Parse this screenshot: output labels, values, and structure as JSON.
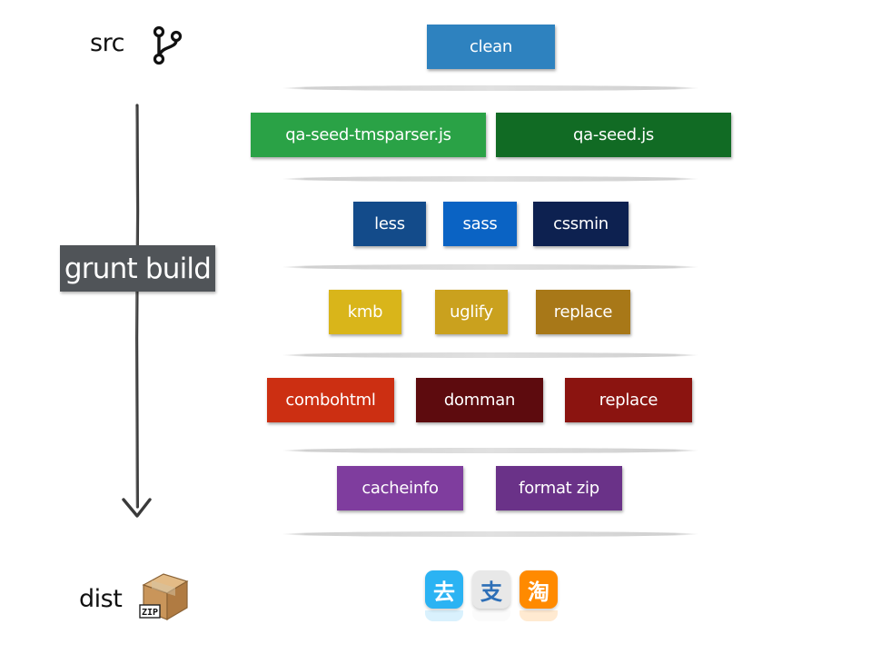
{
  "labels": {
    "src": "src",
    "dist": "dist",
    "command": "grunt build"
  },
  "icons": {
    "source": "git-branch-icon",
    "package": "zip-package-icon",
    "package_text": "ZIP",
    "apps": [
      {
        "name": "qunar-app-icon",
        "glyph": "去",
        "color": "#2bb3f3"
      },
      {
        "name": "alipay-app-icon",
        "glyph": "支",
        "color": "#e8e8e8"
      },
      {
        "name": "taobao-app-icon",
        "glyph": "淘",
        "color": "#ff8a00"
      }
    ]
  },
  "tasks": {
    "clean": "clean",
    "tmsparser": "qa-seed-tmsparser.js",
    "seed": "qa-seed.js",
    "less": "less",
    "sass": "sass",
    "cssmin": "cssmin",
    "kmb": "kmb",
    "uglify": "uglify",
    "replace_js": "replace",
    "combohtml": "combohtml",
    "domman": "domman",
    "replace_html": "replace",
    "cacheinfo": "cacheinfo",
    "format_zip": "format zip"
  },
  "colors": {
    "clean": "#2e82bf",
    "tmsparser": "#2aa246",
    "seed": "#116b24",
    "less": "#134b8a",
    "sass": "#0a63c4",
    "cssmin": "#0d2150",
    "kmb": "#d9b51a",
    "uglify": "#caa11e",
    "replace_js": "#a87818",
    "combohtml": "#cc2f12",
    "domman": "#5d0b0e",
    "replace_html": "#8b1410",
    "cacheinfo": "#7f3d9e",
    "format_zip": "#6a3288"
  }
}
